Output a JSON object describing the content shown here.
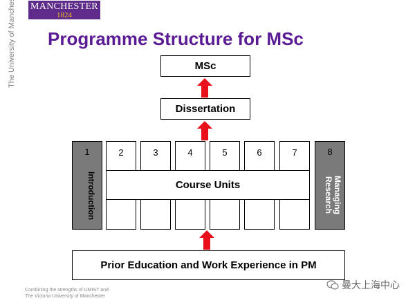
{
  "logo": {
    "name": "MANCHESTER",
    "year": "1824"
  },
  "side_text": "The University of Manchester",
  "title": "Programme Structure for MSc",
  "boxes": {
    "msc": "MSc",
    "dissertation": "Dissertation",
    "course_units": "Course Units",
    "prior": "Prior Education and Work Experience in PM"
  },
  "units": [
    "1",
    "2",
    "3",
    "4",
    "5",
    "6",
    "7",
    "8"
  ],
  "sides": {
    "left_label": "Introduction",
    "right_label": "Managing Research"
  },
  "footer": {
    "line1": "Combining the strengths of UMIST and",
    "line2": "The Victoria University of Manchester"
  },
  "watermark": "曼大上海中心",
  "colors": {
    "title": "#5a1b94",
    "logo_bg": "#5f2b8a",
    "arrow": "#e8111b",
    "side_box": "#7a7a7a"
  }
}
